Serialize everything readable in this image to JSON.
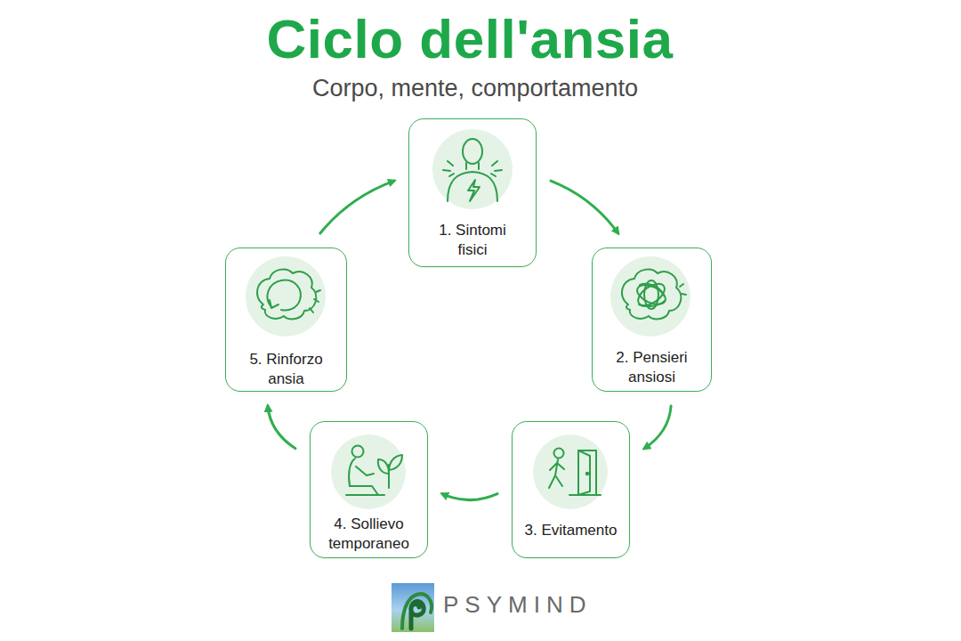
{
  "diagram": {
    "title": "Ciclo dell'ansia",
    "nodes": [
      {
        "text": [
          "1. Sintomi fisici"
        ]
      },
      {
        "text": [
          "2. Pensieri ansiosi"
        ]
      },
      {
        "text": [
          "3. Evitamento"
        ]
      },
      {
        "text": [
          "4. Sollievo temporaneo"
        ]
      },
      {
        "text": [
          "5. Rinforzo ansia"
        ]
      }
    ],
    "edges": [
      {
        "from": 0,
        "to": 1,
        "arrow": "to"
      },
      {
        "from": 1,
        "to": 2,
        "arrow": "to"
      },
      {
        "from": 2,
        "to": 3,
        "arrow": "to"
      },
      {
        "from": 3,
        "to": 4,
        "arrow": "to"
      },
      {
        "from": 4,
        "to": 0,
        "arrow": "to"
      }
    ],
    "labels": [
      "Corpo, mente, comportamento",
      "PSYMIND"
    ]
  }
}
